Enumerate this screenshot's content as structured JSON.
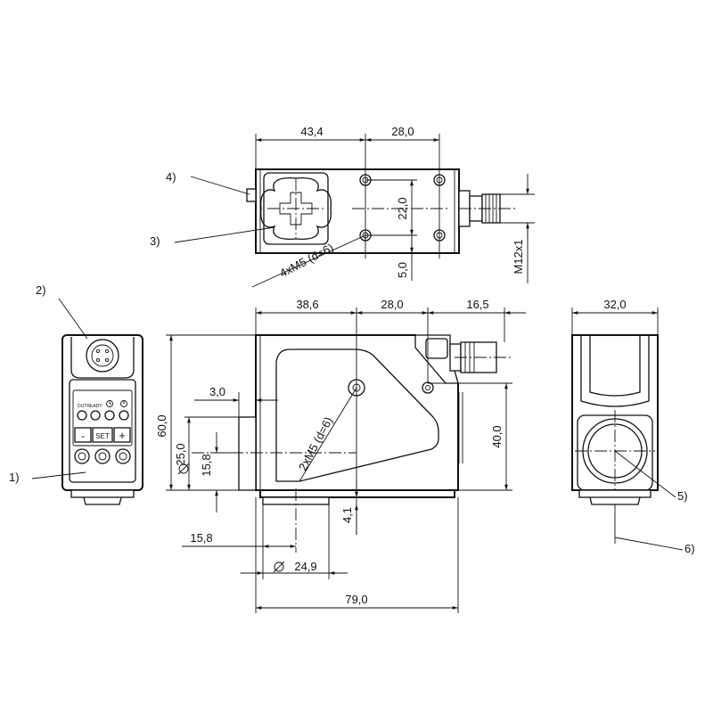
{
  "dimensions": {
    "top_width_left": "43,4",
    "top_width_right": "28,0",
    "top_height": "22,0",
    "top_offset": "5,0",
    "connector_thread": "M12x1",
    "top_holes": "4xM5 (d=6)",
    "front_w1": "38,6",
    "front_w2": "28,0",
    "front_w3": "16,5",
    "front_height": "60,0",
    "lens_diameter": "25,0",
    "lens_offset": "15,8",
    "lens_step": "3,0",
    "front_holes": "2xM5 (d=6)",
    "right_height": "40,0",
    "bottom_step": "4,1",
    "bottom_offset": "15,8",
    "bottom_diameter": "24,9",
    "overall_length": "79,0",
    "side_width": "32,0"
  },
  "callouts": [
    "1)",
    "2)",
    "3)",
    "4)",
    "5)",
    "6)"
  ],
  "panel": {
    "led_labels": [
      "OUT",
      "READY",
      "clock-icon",
      "power-icon"
    ],
    "buttons": [
      "-",
      "SET",
      "+"
    ]
  }
}
